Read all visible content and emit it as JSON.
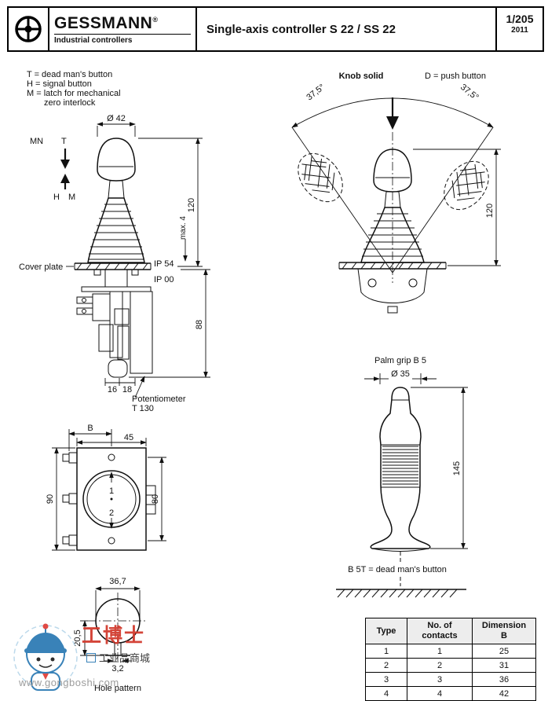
{
  "header": {
    "brand": "GESSMANN",
    "reg": "®",
    "subtitle": "Industrial controllers",
    "title": "Single-axis controller S 22 / SS 22",
    "page": "1/205",
    "year": "2011"
  },
  "legend": {
    "lines": [
      "T = dead man's button",
      "H = signal button",
      "M = latch for mechanical",
      "zero interlock"
    ]
  },
  "side_view": {
    "dia": "Ø 42",
    "mn": "MN",
    "t": "T",
    "h": "H",
    "m": "M",
    "dim_120": "120",
    "max4": "max. 4",
    "cover_plate": "Cover plate",
    "ip54": "IP 54",
    "ip00": "IP 00",
    "dim_88": "88",
    "dim_16": "16",
    "dim_18": "18",
    "pot1": "Potentiometer",
    "pot2": "T 130"
  },
  "tilt_view": {
    "knob": "Knob solid",
    "push": "D = push button",
    "angle_left": "37,5°",
    "angle_right": "37,5°",
    "dim_120": "120"
  },
  "flange_view": {
    "b": "B",
    "d45": "45",
    "d90": "90",
    "d80": "80",
    "n1": "1",
    "n2": "2"
  },
  "grip_view": {
    "title": "Palm grip B 5",
    "dia": "Ø 35",
    "d145": "145",
    "note": "B 5T = dead man's button"
  },
  "hole_view": {
    "d367": "36,7",
    "d205": "20,5",
    "d32": "3,2",
    "caption": "Hole pattern"
  },
  "contacts_table": {
    "headers": {
      "type": "Type",
      "contacts_l1": "No. of",
      "contacts_l2": "contacts",
      "dim_l1": "Dimension",
      "dim_l2": "B"
    },
    "rows": [
      [
        "1",
        "1",
        "25"
      ],
      [
        "2",
        "2",
        "31"
      ],
      [
        "3",
        "3",
        "36"
      ],
      [
        "4",
        "4",
        "42"
      ]
    ]
  },
  "watermark": {
    "brand": "工博士",
    "tagline": "工业品商城",
    "url": "www.gongboshi.com"
  }
}
